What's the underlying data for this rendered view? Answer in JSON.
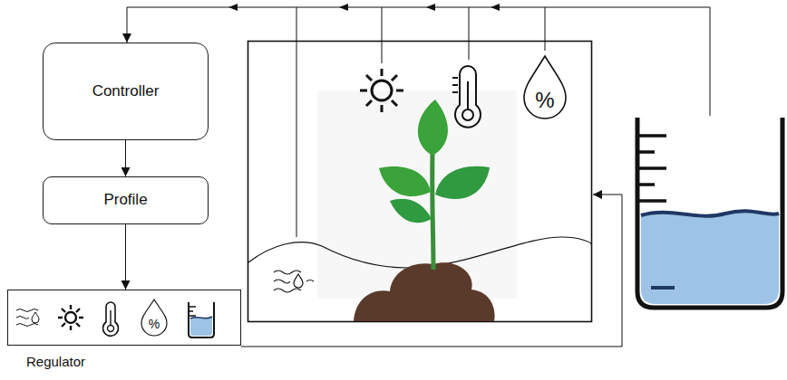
{
  "diagram": {
    "nodes": [
      {
        "text": [
          "Controller"
        ]
      },
      {
        "text": [
          "Profile"
        ]
      },
      {
        "text": [
          "Regulator"
        ]
      }
    ],
    "edges": [
      {
        "from": 0,
        "to": 1,
        "arrow": "to"
      },
      {
        "from": 1,
        "to": 2,
        "arrow": "to"
      }
    ],
    "labels": [
      "%",
      "%"
    ]
  }
}
